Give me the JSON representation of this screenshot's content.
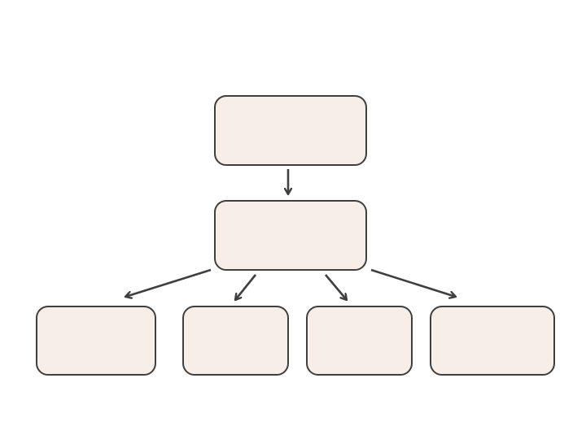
{
  "diagram": {
    "type": "hierarchy",
    "colors": {
      "node_fill": "#f6eee7",
      "node_stroke": "#3f3f3f",
      "edge": "#3f3f3f",
      "background": "#ffffff"
    },
    "nodes": [
      {
        "id": "root",
        "name": "node-root",
        "label": ""
      },
      {
        "id": "middle",
        "name": "node-middle",
        "label": ""
      },
      {
        "id": "leaf1",
        "name": "node-leaf-1",
        "label": ""
      },
      {
        "id": "leaf2",
        "name": "node-leaf-2",
        "label": ""
      },
      {
        "id": "leaf3",
        "name": "node-leaf-3",
        "label": ""
      },
      {
        "id": "leaf4",
        "name": "node-leaf-4",
        "label": ""
      }
    ],
    "edges": [
      {
        "from": "root",
        "to": "middle"
      },
      {
        "from": "middle",
        "to": "leaf1"
      },
      {
        "from": "middle",
        "to": "leaf2"
      },
      {
        "from": "middle",
        "to": "leaf3"
      },
      {
        "from": "middle",
        "to": "leaf4"
      }
    ]
  }
}
